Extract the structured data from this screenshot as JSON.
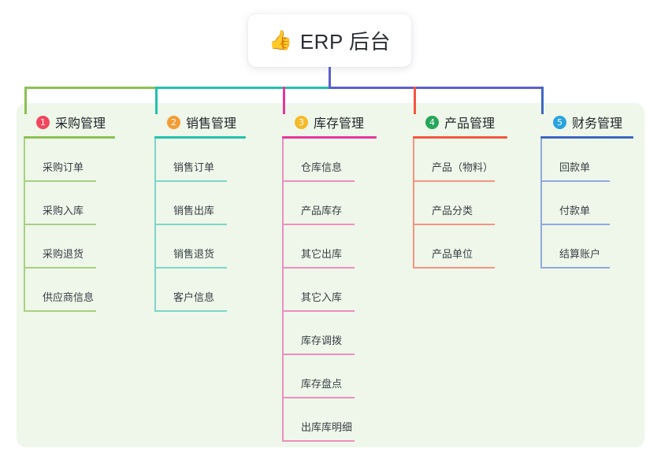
{
  "diagram": {
    "type": "mind-map",
    "root": {
      "icon": "thumbs-up-icon",
      "emoji": "👍",
      "title": "ERP 后台"
    },
    "panel_color": "#eef7e9",
    "trunk_color": "#5a5fd0",
    "columns": [
      {
        "number": "1",
        "title": "采购管理",
        "badge_color": "#f2465e",
        "rule_color": "#8cc152",
        "leaf_color": "#a9cf82",
        "connector_color": "#8cc152",
        "items": [
          {
            "label": "采购订单"
          },
          {
            "label": "采购入库"
          },
          {
            "label": "采购退货"
          },
          {
            "label": "供应商信息"
          }
        ]
      },
      {
        "number": "2",
        "title": "销售管理",
        "badge_color": "#f39c36",
        "rule_color": "#22c1ae",
        "leaf_color": "#7dd6cb",
        "connector_color": "#22c1ae",
        "items": [
          {
            "label": "销售订单"
          },
          {
            "label": "销售出库"
          },
          {
            "label": "销售退货"
          },
          {
            "label": "客户信息"
          }
        ]
      },
      {
        "number": "3",
        "title": "库存管理",
        "badge_color": "#f5ba2a",
        "rule_color": "#e8359b",
        "leaf_color": "#ec8fc0",
        "connector_color": "#e8359b",
        "items": [
          {
            "label": "仓库信息"
          },
          {
            "label": "产品库存"
          },
          {
            "label": "其它出库"
          },
          {
            "label": "其它入库"
          },
          {
            "label": "库存调拨"
          },
          {
            "label": "库存盘点"
          },
          {
            "label": "出库库明细"
          }
        ]
      },
      {
        "number": "4",
        "title": "产品管理",
        "badge_color": "#26a65b",
        "rule_color": "#f4553f",
        "leaf_color": "#f59382",
        "connector_color": "#f4553f",
        "items": [
          {
            "label": "产品（物料）"
          },
          {
            "label": "产品分类"
          },
          {
            "label": "产品单位"
          }
        ]
      },
      {
        "number": "5",
        "title": "财务管理",
        "badge_color": "#29a3e0",
        "rule_color": "#3f66c4",
        "leaf_color": "#91a8de",
        "connector_color": "#3f66c4",
        "items": [
          {
            "label": "回款单"
          },
          {
            "label": "付款单"
          },
          {
            "label": "结算账户"
          }
        ]
      }
    ]
  }
}
